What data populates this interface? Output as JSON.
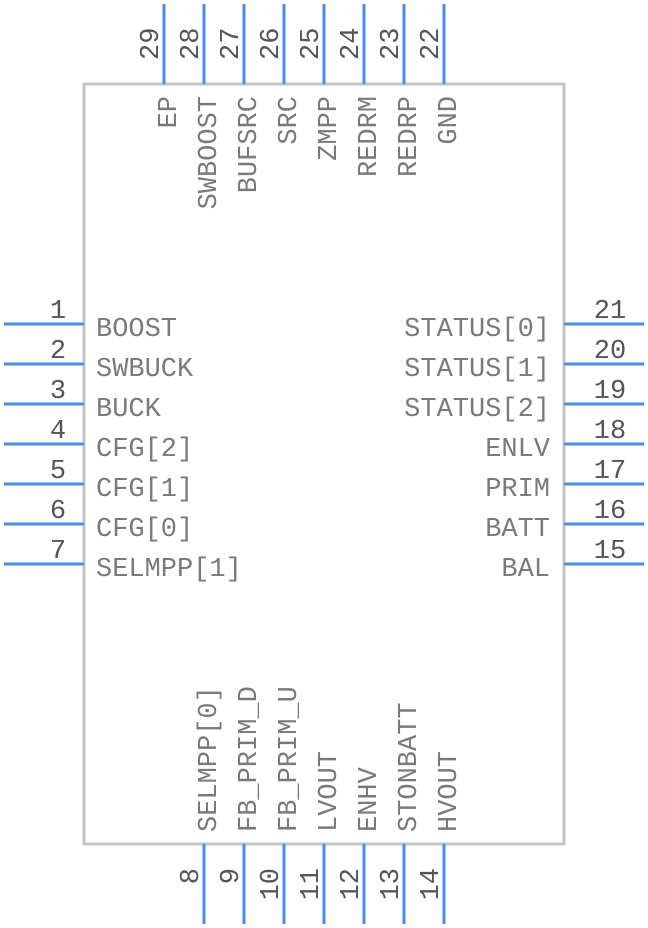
{
  "colors": {
    "pin": "#4a8ee6",
    "body_outline": "#c4c4c4",
    "label": "#7a7a7a",
    "number": "#555555"
  },
  "left_pins": [
    {
      "num": "1",
      "name": "BOOST"
    },
    {
      "num": "2",
      "name": "SWBUCK"
    },
    {
      "num": "3",
      "name": "BUCK"
    },
    {
      "num": "4",
      "name": "CFG[2]"
    },
    {
      "num": "5",
      "name": "CFG[1]"
    },
    {
      "num": "6",
      "name": "CFG[0]"
    },
    {
      "num": "7",
      "name": "SELMPP[1]"
    }
  ],
  "right_pins": [
    {
      "num": "21",
      "name": "STATUS[0]"
    },
    {
      "num": "20",
      "name": "STATUS[1]"
    },
    {
      "num": "19",
      "name": "STATUS[2]"
    },
    {
      "num": "18",
      "name": "ENLV"
    },
    {
      "num": "17",
      "name": "PRIM"
    },
    {
      "num": "16",
      "name": "BATT"
    },
    {
      "num": "15",
      "name": "BAL"
    }
  ],
  "top_pins": [
    {
      "num": "29",
      "name": "EP"
    },
    {
      "num": "28",
      "name": "SWBOOST"
    },
    {
      "num": "27",
      "name": "BUFSRC"
    },
    {
      "num": "26",
      "name": "SRC"
    },
    {
      "num": "25",
      "name": "ZMPP"
    },
    {
      "num": "24",
      "name": "REDRM"
    },
    {
      "num": "23",
      "name": "REDRP"
    },
    {
      "num": "22",
      "name": "GND"
    }
  ],
  "bottom_pins": [
    {
      "num": "8",
      "name": "SELMPP[0]"
    },
    {
      "num": "9",
      "name": "FB_PRIM_D"
    },
    {
      "num": "10",
      "name": "FB_PRIM_U"
    },
    {
      "num": "11",
      "name": "LVOUT"
    },
    {
      "num": "12",
      "name": "ENHV"
    },
    {
      "num": "13",
      "name": "STONBATT"
    },
    {
      "num": "14",
      "name": "HVOUT"
    }
  ]
}
